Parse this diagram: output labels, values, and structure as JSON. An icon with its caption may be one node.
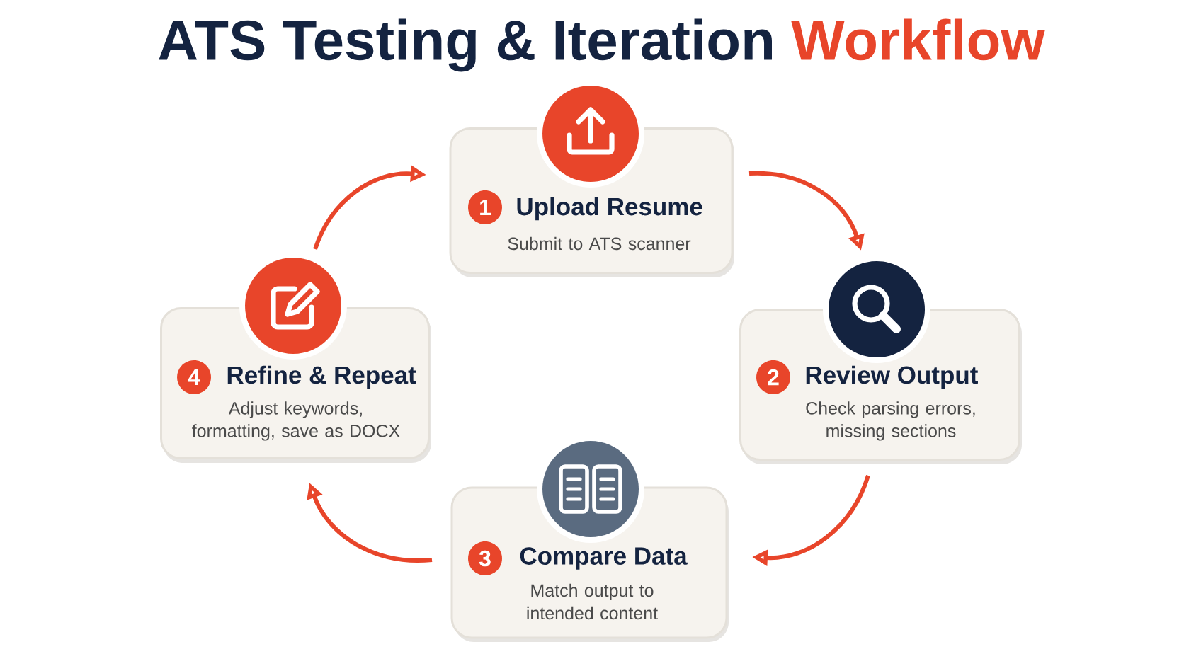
{
  "diagram": {
    "title": "ATS Testing & Iteration **Workflow**",
    "nodes": [
      {
        "text": [
          "1",
          "Upload Resume",
          "Submit to ATS scanner"
        ]
      },
      {
        "text": [
          "2",
          "Review Output",
          "Check parsing errors, missing sections"
        ]
      },
      {
        "text": [
          "3",
          "Compare Data",
          "Match output to intended content"
        ]
      },
      {
        "text": [
          "4",
          "Refine & Repeat",
          "Adjust keywords, formatting, save as DOCX"
        ]
      }
    ],
    "edges": [
      {
        "from": 0,
        "to": 1,
        "arrow": "to"
      },
      {
        "from": 1,
        "to": 2,
        "arrow": "to"
      },
      {
        "from": 2,
        "to": 3,
        "arrow": "to"
      },
      {
        "from": 3,
        "to": 0,
        "arrow": "to"
      }
    ]
  }
}
